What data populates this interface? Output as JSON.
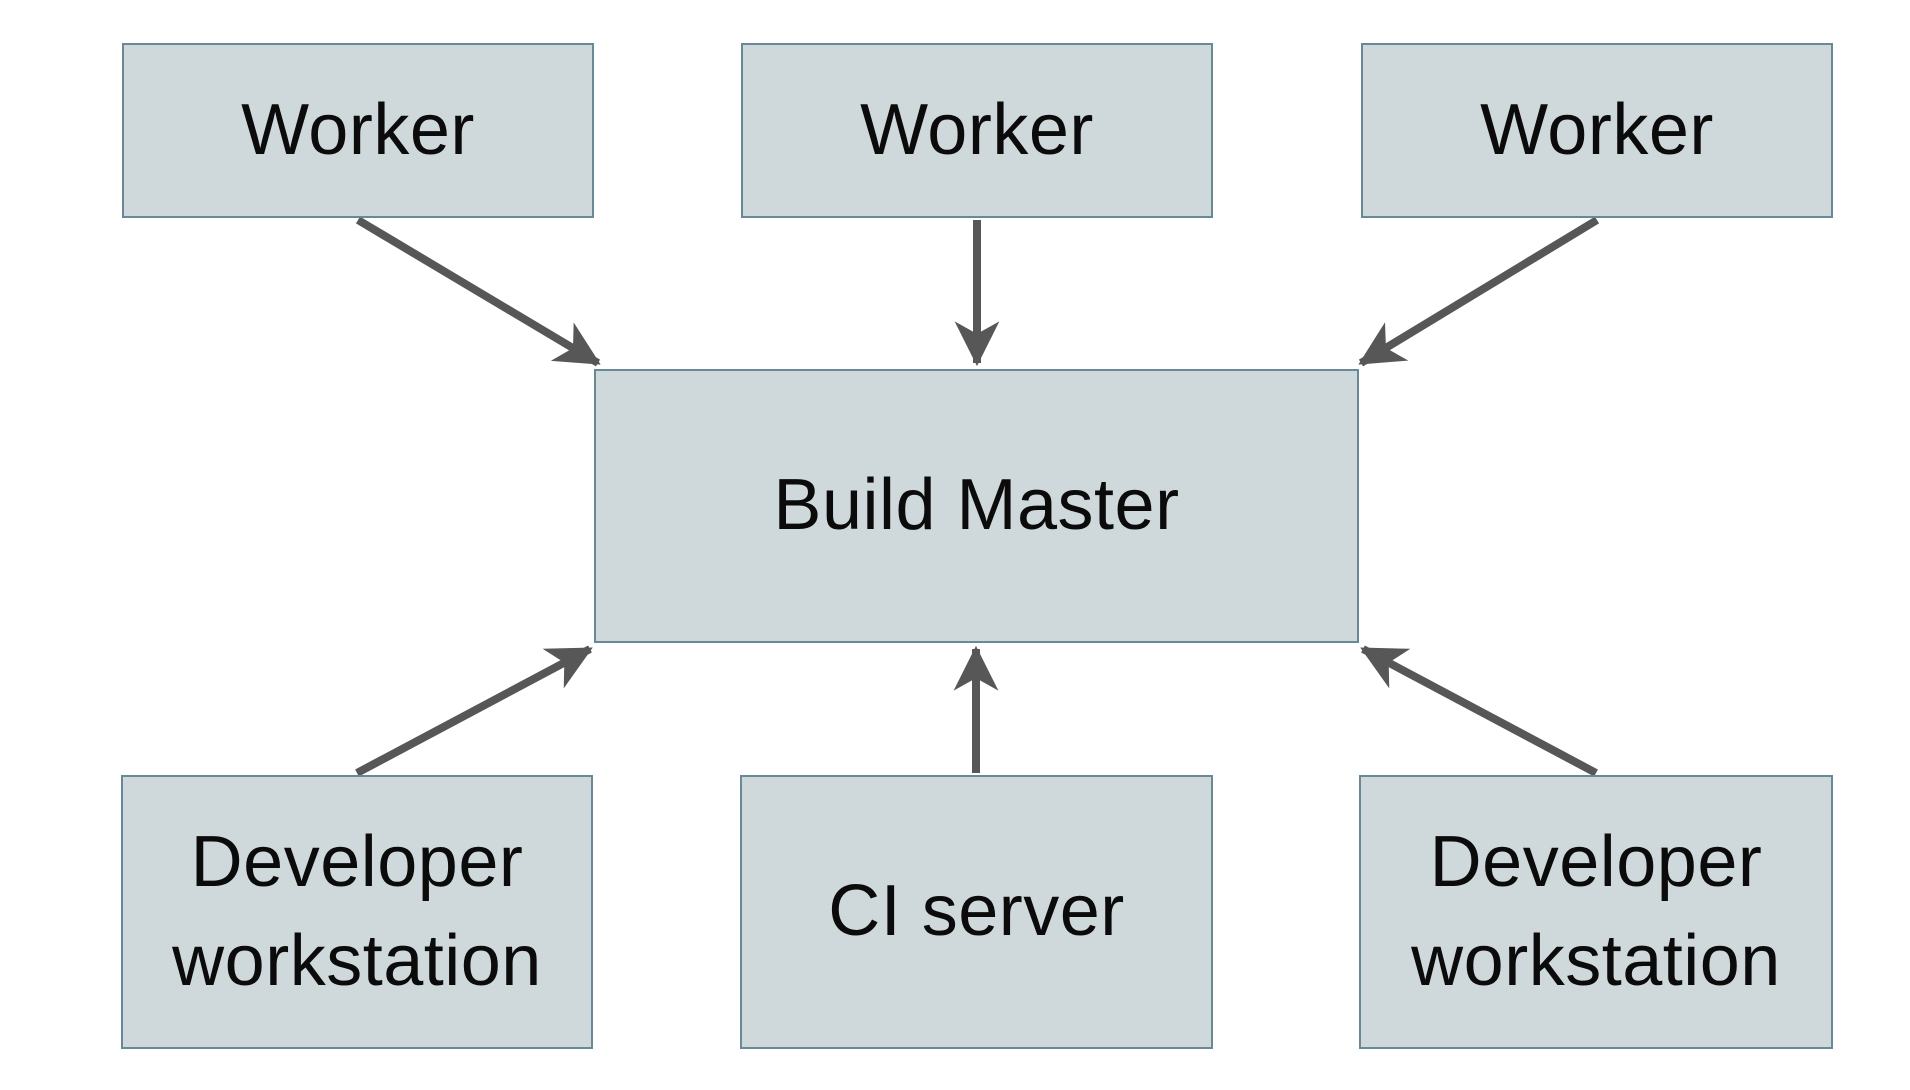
{
  "diagram": {
    "colors": {
      "background": "#ffffff",
      "node_fill": "#cfd8da",
      "node_border": "#688995",
      "arrow": "#575757",
      "text": "#0b0b0b"
    },
    "nodes": {
      "worker1": {
        "label": "Worker"
      },
      "worker2": {
        "label": "Worker"
      },
      "worker3": {
        "label": "Worker"
      },
      "build_master": {
        "label": "Build Master"
      },
      "dev_left": {
        "label": "Developer workstation"
      },
      "ci_server": {
        "label": "CI server"
      },
      "dev_right": {
        "label": "Developer workstation"
      }
    },
    "edges": [
      {
        "from": "worker1",
        "to": "build_master"
      },
      {
        "from": "worker2",
        "to": "build_master"
      },
      {
        "from": "worker3",
        "to": "build_master"
      },
      {
        "from": "dev_left",
        "to": "build_master"
      },
      {
        "from": "ci_server",
        "to": "build_master"
      },
      {
        "from": "dev_right",
        "to": "build_master"
      }
    ]
  }
}
